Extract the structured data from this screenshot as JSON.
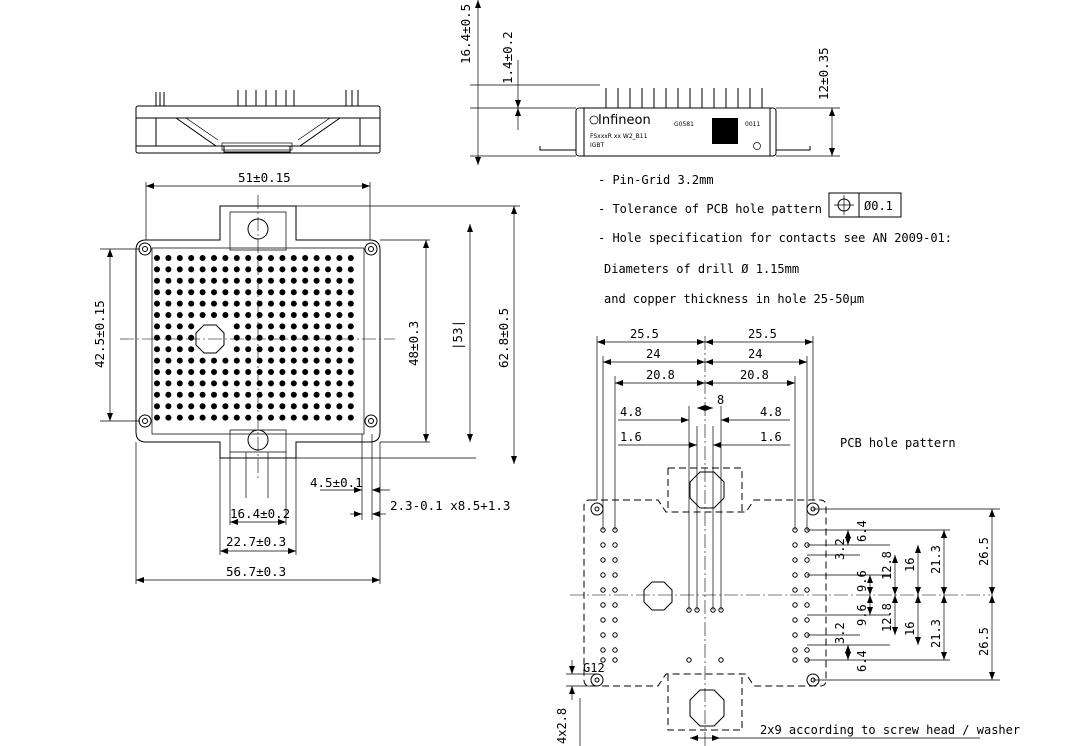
{
  "side_view": {
    "dims": {
      "total_height": "16.4±0.5",
      "pin_offset": "1.4±0.2",
      "body_height": "12±0.35"
    },
    "brand": "Infineon",
    "part_number": "FSxxxR xx W2_B11",
    "type": "IGBT",
    "code1": "G0581",
    "code2": "0011"
  },
  "notes": [
    "- Pin-Grid 3.2mm",
    "- Tolerance of PCB hole pattern",
    "- Hole specification for contacts see AN 2009-01:",
    "Diameters of drill Ø 1.15mm",
    "and copper thickness in hole 25-50µm"
  ],
  "tolerance_symbol": "Ø0.1",
  "top_view": {
    "dims": {
      "width_top": "51±0.15",
      "height_left": "42.5±0.15",
      "height_inner": "48±0.3",
      "height_ref": "|53|",
      "height_total": "62.8±0.5",
      "w_4_5": "4.5±0.1",
      "w_2_3": "2.3-0.1 x8.5+1.3",
      "w_16_4": "16.4±0.2",
      "w_22_7": "22.7±0.3",
      "w_56_7": "56.7±0.3"
    }
  },
  "pcb": {
    "title": "PCB hole pattern",
    "dims_top": [
      "25.5",
      "25.5",
      "24",
      "24",
      "20.8",
      "20.8",
      "8",
      "4.8",
      "4.8",
      "1.6",
      "1.6"
    ],
    "dims_right": [
      "6.4",
      "3.2",
      "9.6",
      "12.8",
      "16",
      "21.3",
      "26.5",
      "9.6",
      "12.8",
      "3.2",
      "6.4",
      "16",
      "21.3",
      "26.5"
    ],
    "dims_left": {
      "g12": "G12",
      "spacing": "4x2.8"
    },
    "screw_note": "2x9 according to screw head / washer"
  }
}
